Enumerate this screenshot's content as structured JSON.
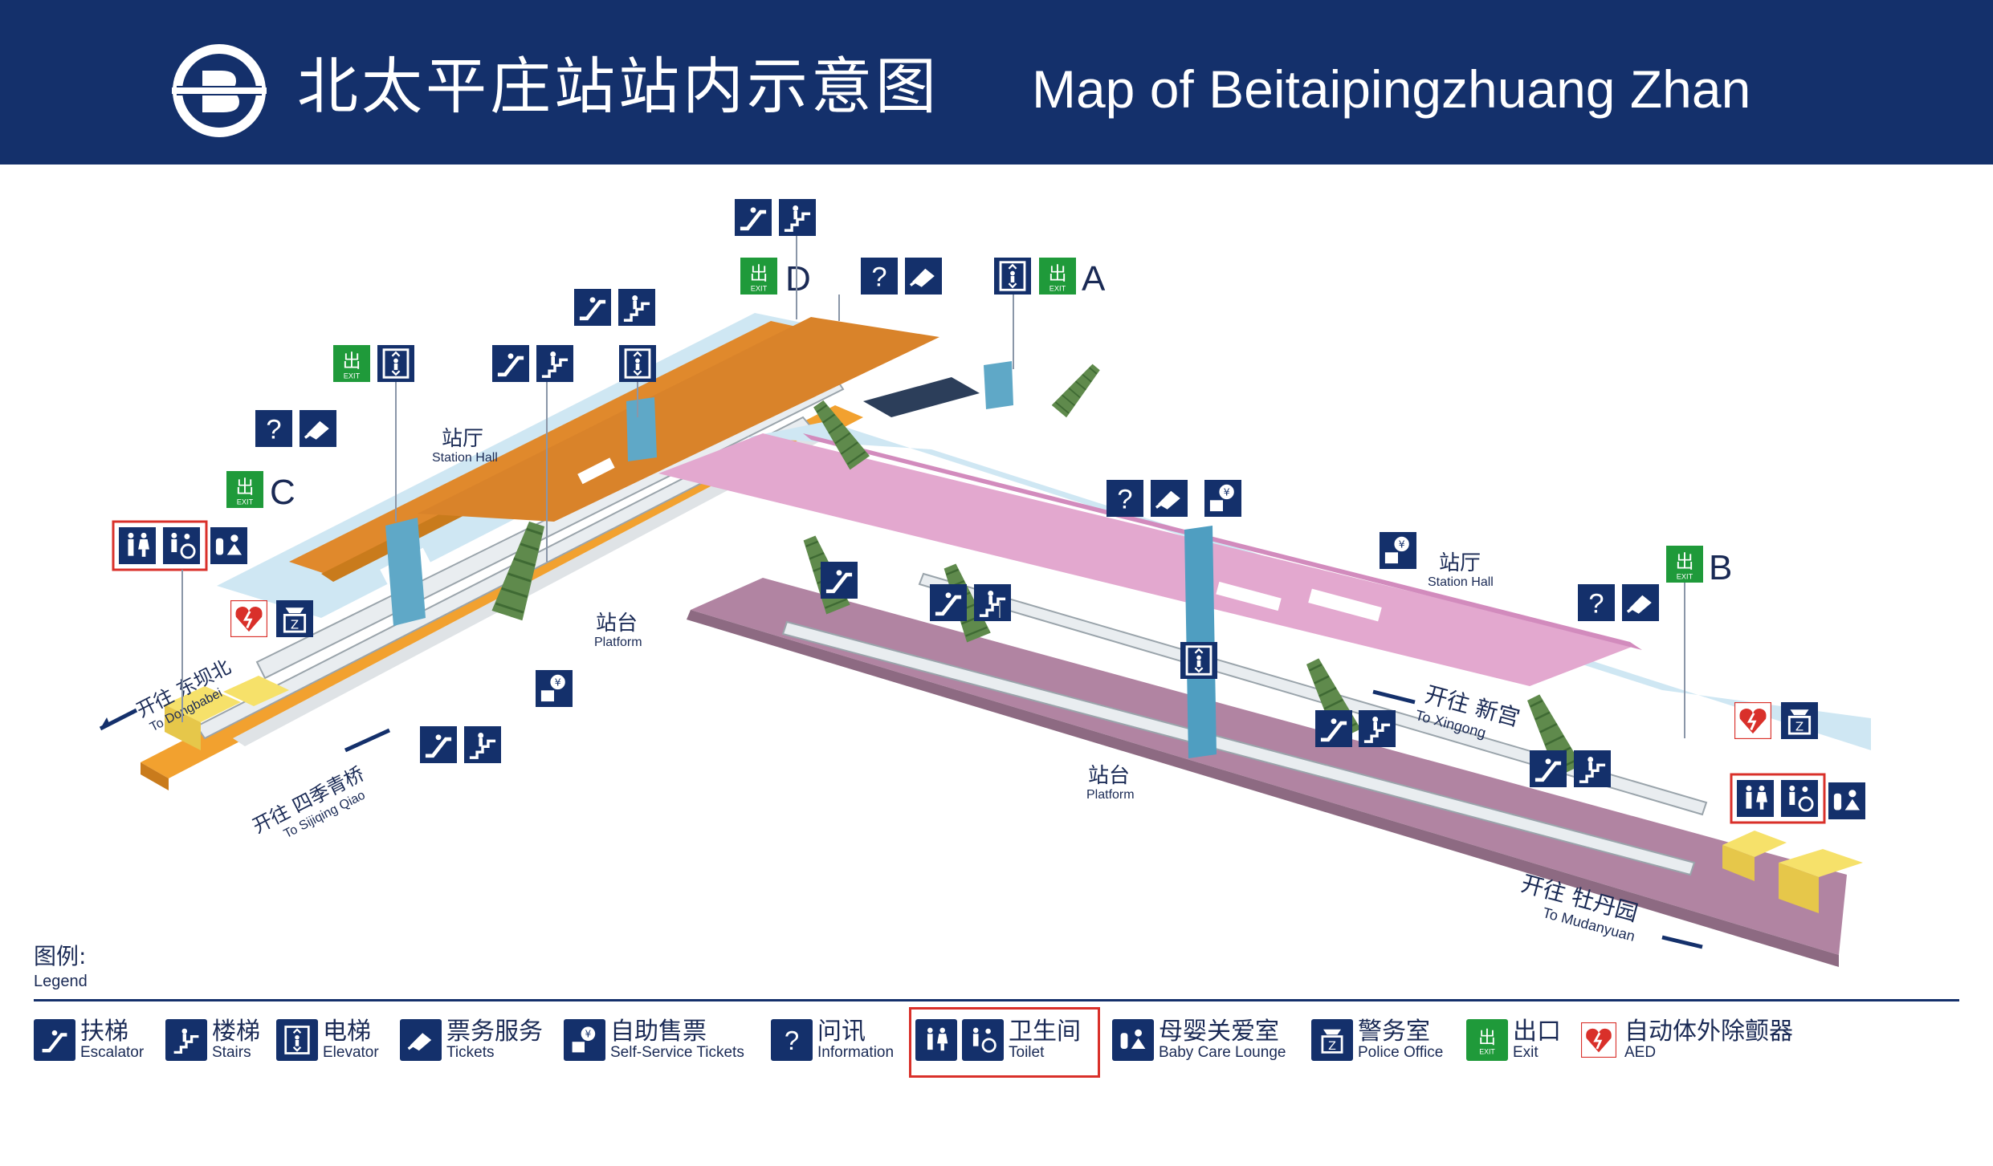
{
  "header": {
    "title_cn": "北太平庄站站内示意图",
    "title_en": "Map of Beitaipingzhuang Zhan"
  },
  "map": {
    "hall_left": {
      "cn": "站厅",
      "en": "Station Hall"
    },
    "hall_right": {
      "cn": "站厅",
      "en": "Station Hall"
    },
    "platform_left": {
      "cn": "站台",
      "en": "Platform"
    },
    "platform_right": {
      "cn": "站台",
      "en": "Platform"
    },
    "dir_dongbabei": {
      "cn": "开往 东坝北",
      "en": "To Dongbabei"
    },
    "dir_sijiqing": {
      "cn": "开往 四季青桥",
      "en": "To Sijiqing Qiao"
    },
    "dir_xingong": {
      "cn": "开往 新宫",
      "en": "To Xingong"
    },
    "dir_mudanyuan": {
      "cn": "开往 牡丹园",
      "en": "To Mudanyuan"
    },
    "exits": {
      "a": "A",
      "b": "B",
      "c": "C",
      "d": "D"
    },
    "exit_word": "出",
    "exit_small": "EXIT",
    "info_mark": "?"
  },
  "legend": {
    "title_cn": "图例:",
    "title_en": "Legend",
    "items": [
      {
        "cn": "扶梯",
        "en": "Escalator",
        "icon": "escalator-icon"
      },
      {
        "cn": "楼梯",
        "en": "Stairs",
        "icon": "stairs-icon"
      },
      {
        "cn": "电梯",
        "en": "Elevator",
        "icon": "elevator-icon"
      },
      {
        "cn": "票务服务",
        "en": "Tickets",
        "icon": "ticket-icon"
      },
      {
        "cn": "自助售票",
        "en": "Self-Service Tickets",
        "icon": "ticket-machine-icon"
      },
      {
        "cn": "问讯",
        "en": "Information",
        "icon": "information-icon"
      },
      {
        "cn": "卫生间",
        "en": "Toilet",
        "icon": "toilet-icon"
      },
      {
        "cn": "母婴关爱室",
        "en": "Baby Care Lounge",
        "icon": "baby-care-icon"
      },
      {
        "cn": "警务室",
        "en": "Police Office",
        "icon": "police-icon"
      },
      {
        "cn": "出口",
        "en": "Exit",
        "icon": "exit-icon"
      },
      {
        "cn": "自动体外除颤器",
        "en": "AED",
        "icon": "aed-icon"
      }
    ]
  },
  "colors": {
    "header": "#14306b",
    "line_orange": "#d9832a",
    "line_pink": "#e3a8cf",
    "hall_blue": "#cfe7f3",
    "platform_purple": "#b184a2",
    "exit_green": "#1f9a3a",
    "aed_red": "#d9302a"
  }
}
